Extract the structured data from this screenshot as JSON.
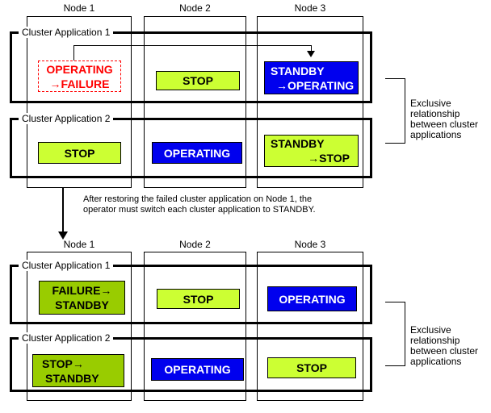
{
  "colors": {
    "stop_green": "#CCFF33",
    "standby_olive": "#99CC00",
    "operating_blue": "#0000EE",
    "failure_red": "#FF0000"
  },
  "top": {
    "nodes": [
      "Node 1",
      "Node 2",
      "Node 3"
    ],
    "groups": [
      {
        "label": "Cluster Application 1",
        "states": [
          {
            "lines": [
              "OPERATING",
              "→FAILURE"
            ]
          },
          {
            "lines": [
              "STOP"
            ]
          },
          {
            "lines": [
              "STANDBY",
              "→OPERATING"
            ]
          }
        ]
      },
      {
        "label": "Cluster Application 2",
        "states": [
          {
            "lines": [
              "STOP"
            ]
          },
          {
            "lines": [
              "OPERATING"
            ]
          },
          {
            "lines": [
              "STANDBY",
              "→STOP"
            ]
          }
        ]
      }
    ],
    "exclusive_note": [
      "Exclusive",
      "relationship",
      "between cluster",
      "applications"
    ]
  },
  "middle": {
    "note": [
      "After restoring the failed cluster application on Node 1, the",
      "operator must switch each cluster application to STANDBY."
    ]
  },
  "bottom": {
    "nodes": [
      "Node 1",
      "Node 2",
      "Node 3"
    ],
    "groups": [
      {
        "label": "Cluster Application 1",
        "states": [
          {
            "lines": [
              "FAILURE→",
              "STANDBY"
            ]
          },
          {
            "lines": [
              "STOP"
            ]
          },
          {
            "lines": [
              "OPERATING"
            ]
          }
        ]
      },
      {
        "label": "Cluster Application 2",
        "states": [
          {
            "lines": [
              "STOP→",
              "STANDBY"
            ]
          },
          {
            "lines": [
              "OPERATING"
            ]
          },
          {
            "lines": [
              "STOP"
            ]
          }
        ]
      }
    ],
    "exclusive_note": [
      "Exclusive",
      "relationship",
      "between cluster",
      "applications"
    ]
  }
}
